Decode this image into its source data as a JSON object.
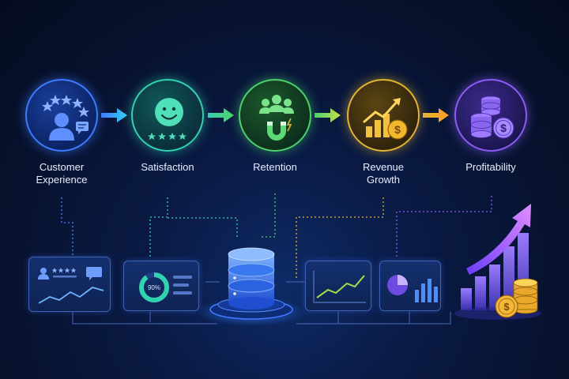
{
  "stages": [
    {
      "id": "customer-experience",
      "label": "Customer\nExperience",
      "icon": "customer-stars-chat-icon",
      "color": "#3d7bff"
    },
    {
      "id": "satisfaction",
      "label": "Satisfaction",
      "icon": "smiley-stars-icon",
      "color": "#2fd3b0"
    },
    {
      "id": "retention",
      "label": "Retention",
      "icon": "people-magnet-icon",
      "color": "#4bd26a"
    },
    {
      "id": "revenue-growth",
      "label": "Revenue\nGrowth",
      "icon": "growth-bars-dollar-icon",
      "color": "#e3b52c"
    },
    {
      "id": "profitability",
      "label": "Profitability",
      "icon": "coin-stack-icon",
      "color": "#8b5cf6"
    }
  ],
  "panels": {
    "satisfaction_gauge_value": "90%"
  },
  "colors": {
    "accent_blue": "#3d7bff",
    "accent_teal": "#2fd3b0",
    "accent_green": "#4bd26a",
    "accent_gold": "#e3b52c",
    "accent_purple": "#8b5cf6"
  }
}
